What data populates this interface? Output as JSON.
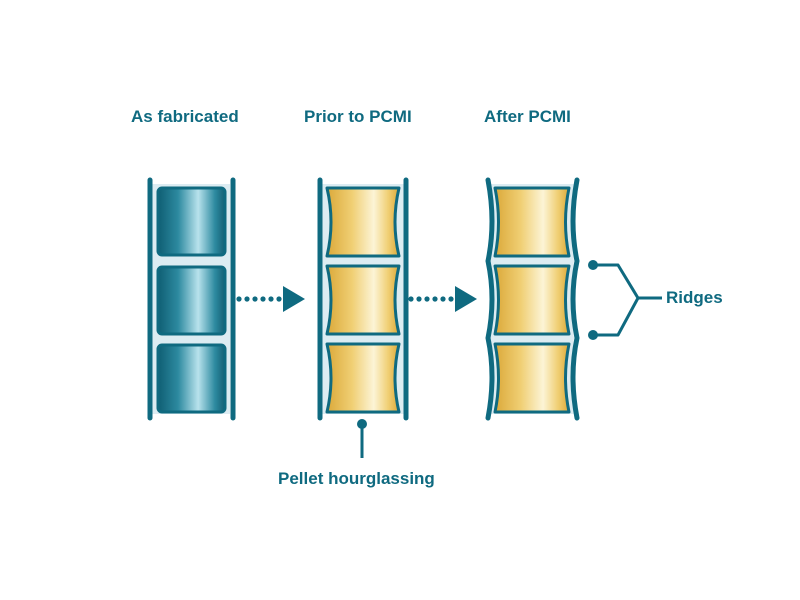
{
  "stage_titles": {
    "as_fabricated": "As fabricated",
    "prior_to_pcmi": "Prior to PCMI",
    "after_pcmi": "After PCMI"
  },
  "annotations": {
    "pellet_hourglassing": "Pellet hourglassing",
    "ridges": "Ridges"
  },
  "colors": {
    "accent": "#0f6a80",
    "cladding_fill": "#dcecf2",
    "fabricated_pellet": "#1d6e83",
    "deformed_pellet_edge": "#e0b64a",
    "deformed_pellet_center": "#fbf2cf"
  }
}
